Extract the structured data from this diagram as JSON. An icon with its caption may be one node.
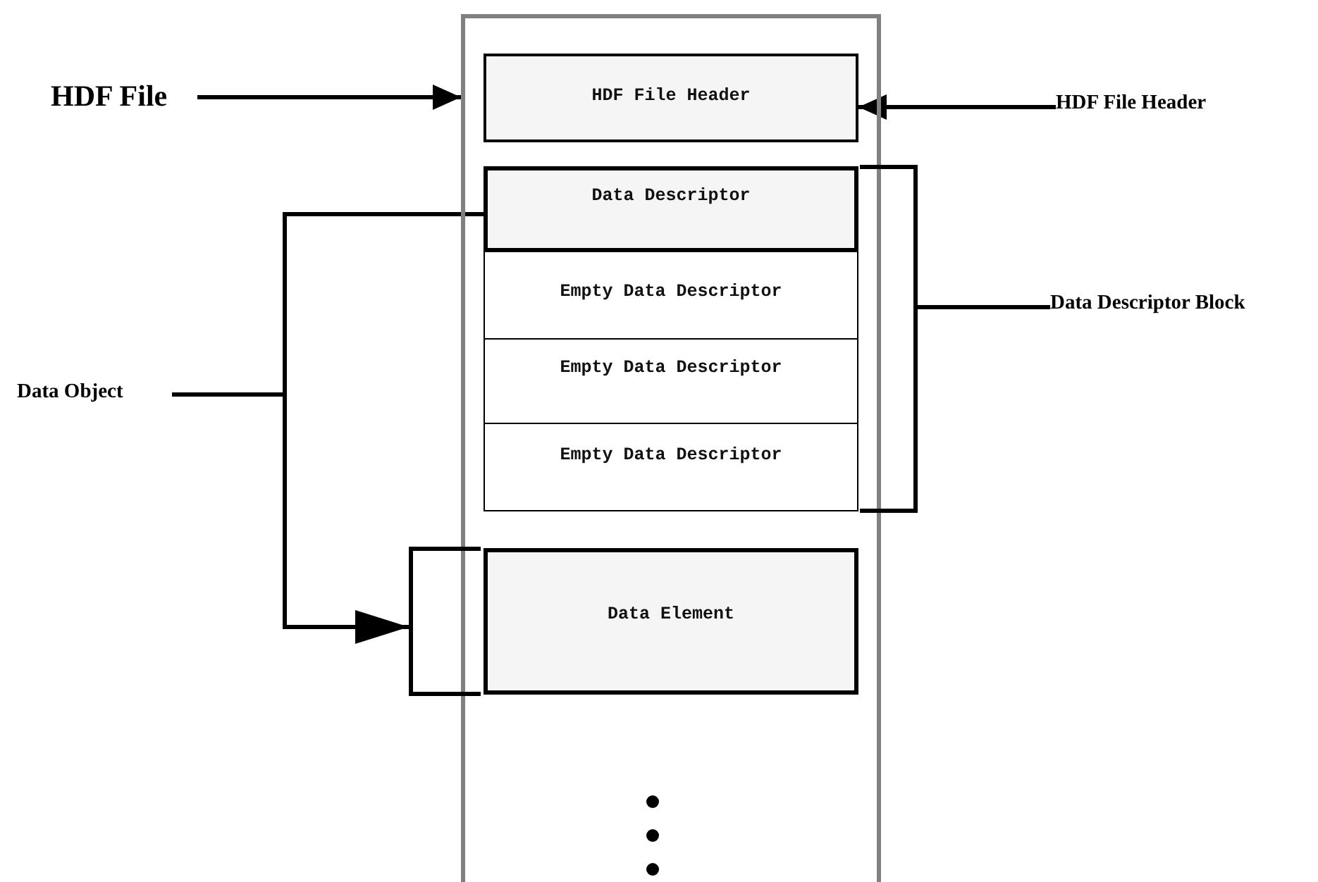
{
  "diagram": {
    "nodes": [
      {
        "text": [],
        "shape": "box"
      },
      {
        "text": [
          "HDF File"
        ]
      },
      {
        "text": [
          "HDF File Header"
        ],
        "in": 0
      },
      {
        "text": [
          "HDF File Header"
        ]
      },
      {
        "text": [
          "Data Descriptor"
        ],
        "in": 0
      },
      {
        "text": [
          "Empty Data Descriptor"
        ],
        "in": 0
      },
      {
        "text": [
          "Empty Data Descriptor"
        ],
        "in": 0
      },
      {
        "text": [
          "Empty Data Descriptor"
        ],
        "in": 0
      },
      {
        "text": [
          "Data Element"
        ],
        "in": 0
      },
      {
        "text": [
          "Data Descriptor Block"
        ]
      },
      {
        "text": [
          "Data Object"
        ]
      },
      {
        "text": [],
        "shape": "bracket"
      },
      {
        "text": [],
        "shape": "bracket"
      }
    ],
    "edges": [
      {
        "from": 1,
        "to": 0,
        "arrow": "to"
      },
      {
        "from": 3,
        "to": 2,
        "arrow": "to"
      },
      {
        "from": 9,
        "to": 11,
        "arrow": "none"
      },
      {
        "from": 10,
        "to": 4,
        "arrow": "none"
      },
      {
        "from": 10,
        "to": 12,
        "arrow": "to"
      }
    ]
  }
}
